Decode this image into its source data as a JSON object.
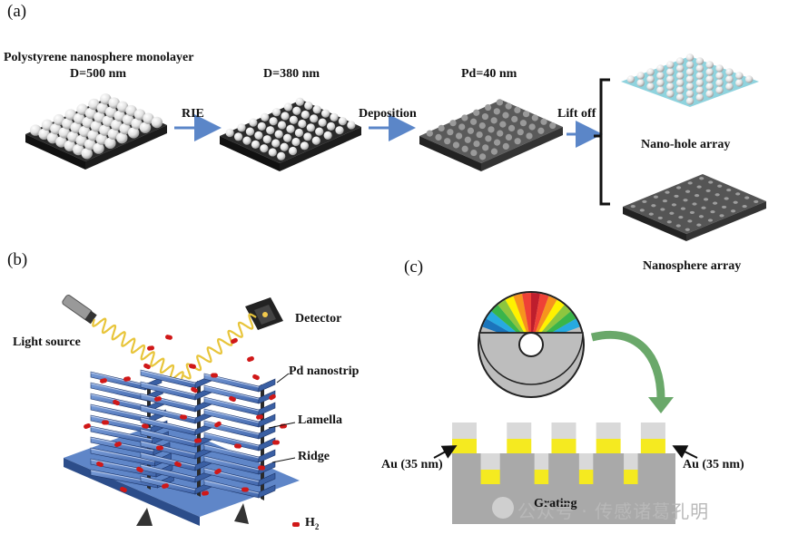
{
  "panel_a": {
    "label": "(a)",
    "step1_title": "Polystyrene nanosphere monolayer",
    "step1_d": "D=500 nm",
    "arrow1": "RIE",
    "step2_d": "D=380 nm",
    "arrow2": "Deposition",
    "step3_pd": "Pd=40 nm",
    "arrow3": "Lift off",
    "result1": "Nano-hole array",
    "result2": "Nanosphere array"
  },
  "panel_b": {
    "label": "(b)",
    "light_source": "Light source",
    "detector": "Detector",
    "pd_nanostrip": "Pd nanostrip",
    "lamella": "Lamella",
    "ridge": "Ridge",
    "h2": "H",
    "h2_sub": "2"
  },
  "panel_c": {
    "label": "(c)",
    "au_left": "Au (35 nm)",
    "au_right": "Au (35 nm)",
    "grating": "Grating"
  },
  "watermark": "公众号 · 传感诸葛孔明",
  "colors": {
    "arrow_blue": "#5b86c8",
    "substrate_dark": "#2f2f2f",
    "nanohole_cyan": "#8fd3de",
    "ridge_blue": "#4a72b8",
    "h2_red": "#d01818",
    "au_yellow": "#f5ea20",
    "grating_gray": "#a9a9a9"
  }
}
